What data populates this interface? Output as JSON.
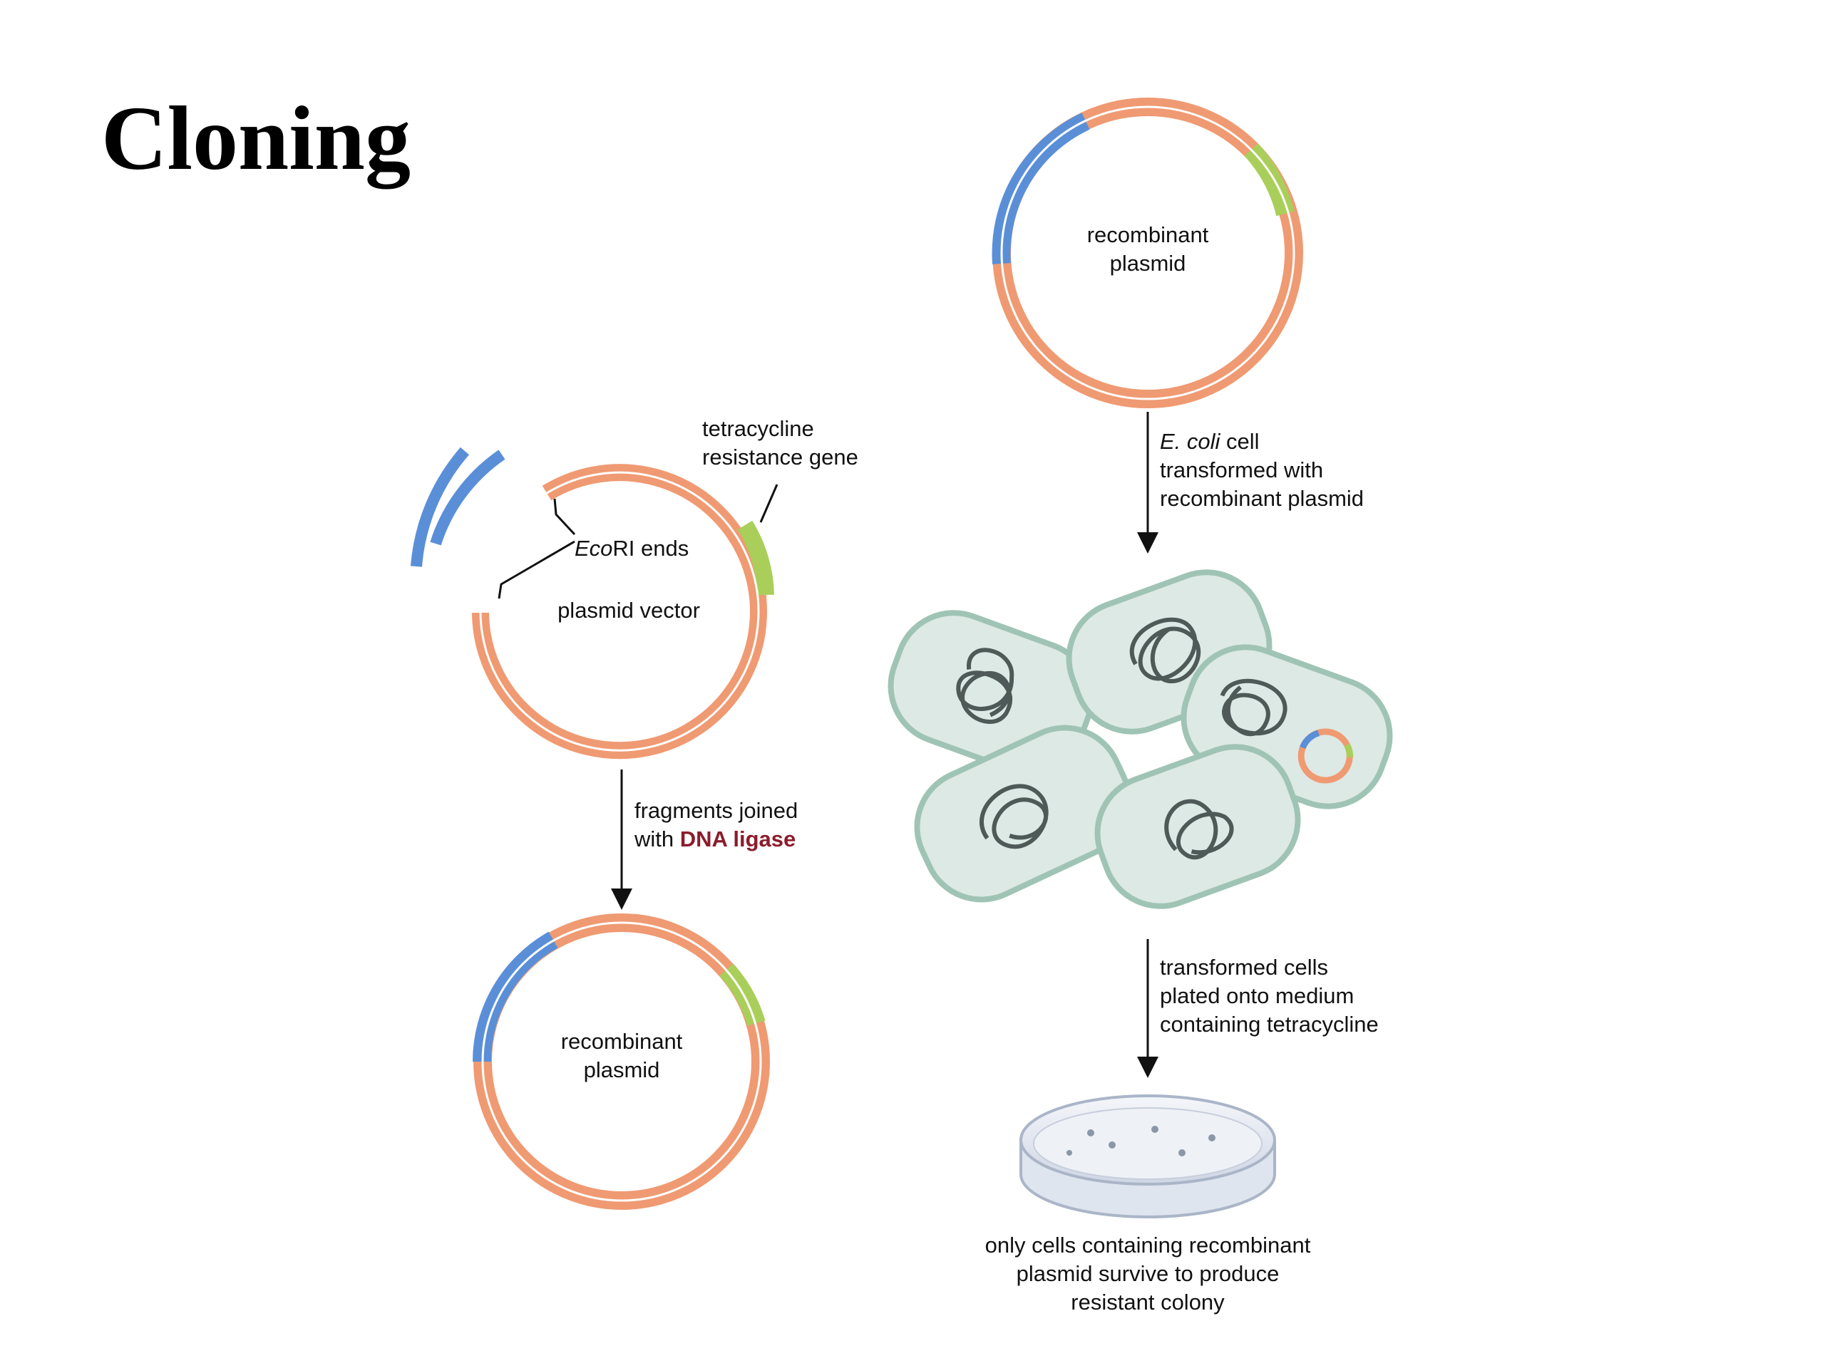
{
  "title": "Cloning",
  "colors": {
    "plasmid": "#ef9a72",
    "insert": "#5a8fd8",
    "tet_gene": "#a9cf5a",
    "cell_fill": "#dde9e4",
    "cell_stroke": "#9fc4b5",
    "dna": "#4f5a58",
    "arrow": "#111111",
    "ligase": "#8b1c2c"
  },
  "icons": {
    "insert_fragment": "dna-fragment-icon",
    "cells": "bacterium-icon",
    "chromosome": "chromosome-icon",
    "dish": "petri-dish-icon"
  },
  "labels": {
    "tet_gene": [
      "tetracycline",
      "resistance gene"
    ],
    "ecori_ends_italic": "Eco",
    "ecori_ends_rest": "RI ends",
    "plasmid_vector": "plasmid vector",
    "join_step_line1": "fragments joined",
    "join_step_with": "with",
    "join_step_enzyme": "DNA ligase",
    "recombinant_plasmid": [
      "recombinant",
      "plasmid"
    ],
    "transform_step_italic": "E. coli",
    "transform_step_rest": " cell",
    "transform_step_more": [
      "transformed with",
      "recombinant plasmid"
    ],
    "plate_step": [
      "transformed cells",
      "plated onto medium",
      "containing tetracycline"
    ],
    "result": [
      "only cells containing recombinant",
      "plasmid survive to produce",
      "resistant colony"
    ]
  }
}
